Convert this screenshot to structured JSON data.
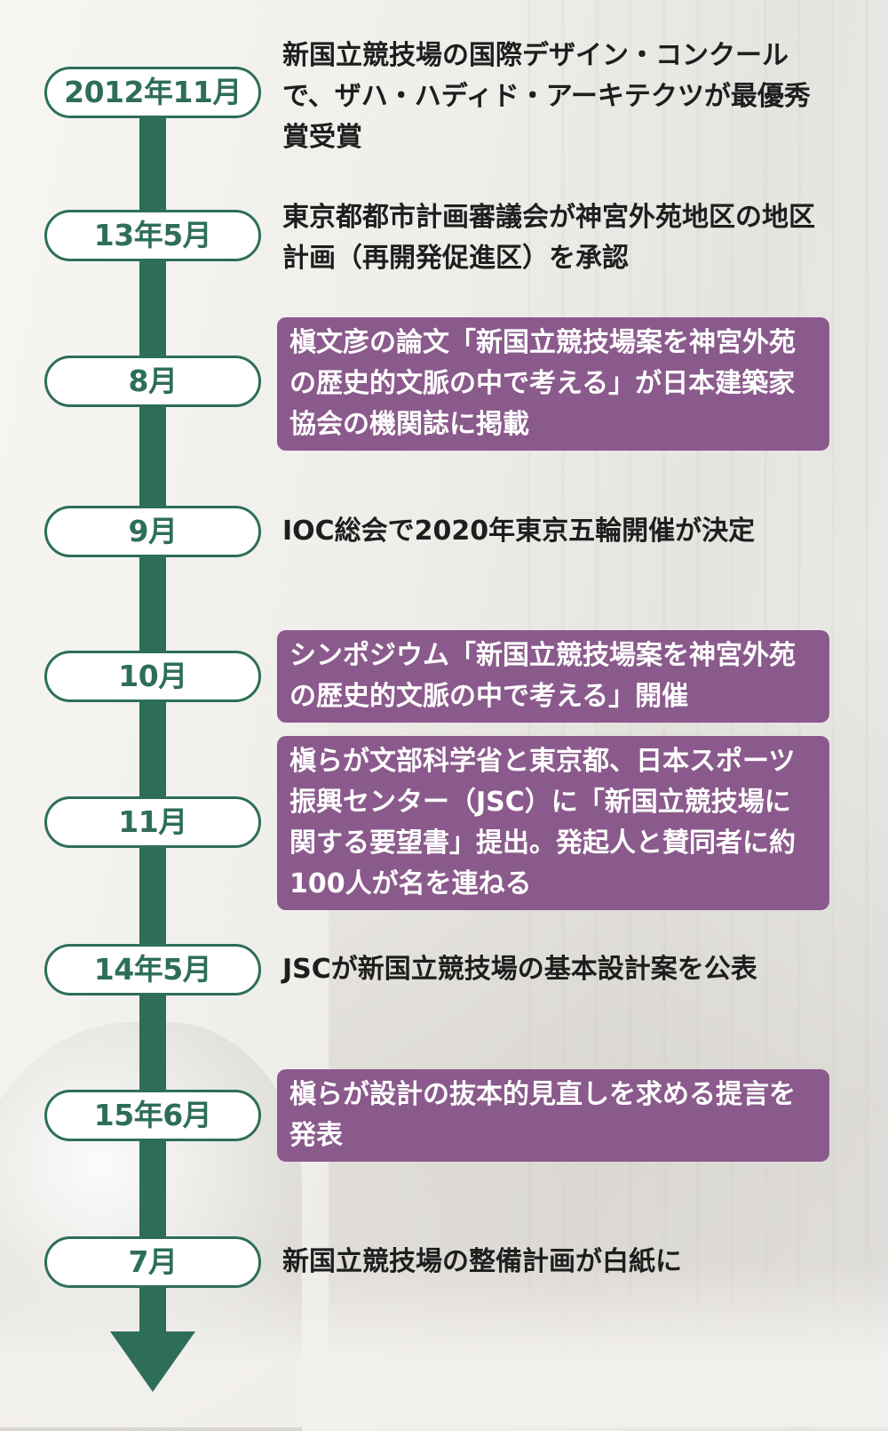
{
  "timeline": {
    "entries": [
      {
        "date": "2012年11月",
        "text": "新国立競技場の国際デザイン・コンクールで、ザハ・ハディド・アーキテクツが最優秀賞受賞",
        "highlight": false
      },
      {
        "date": "13年5月",
        "text": "東京都都市計画審議会が神宮外苑地区の地区計画（再開発促進区）を承認",
        "highlight": false
      },
      {
        "date": "8月",
        "text": "槇文彦の論文「新国立競技場案を神宮外苑の歴史的文脈の中で考える」が日本建築家協会の機関誌に掲載",
        "highlight": true
      },
      {
        "date": "9月",
        "text": "IOC総会で2020年東京五輪開催が決定",
        "highlight": false
      },
      {
        "date": "10月",
        "text": "シンポジウム「新国立競技場案を神宮外苑の歴史的文脈の中で考える」開催",
        "highlight": true
      },
      {
        "date": "11月",
        "text": "槇らが文部科学省と東京都、日本スポーツ振興センター（JSC）に「新国立競技場に関する要望書」提出。発起人と賛同者に約100人が名を連ねる",
        "highlight": true
      },
      {
        "date": "14年5月",
        "text": "JSCが新国立競技場の基本設計案を公表",
        "highlight": false
      },
      {
        "date": "15年6月",
        "text": "槇らが設計の抜本的見直しを求める提言を発表",
        "highlight": true
      },
      {
        "date": "7月",
        "text": "新国立競技場の整備計画が白紙に",
        "highlight": false
      }
    ]
  },
  "colors": {
    "timeline": "#2e6e59",
    "highlight_box": "#8b5a8c",
    "pill_background": "#ffffff",
    "text": "#1e1e1e"
  }
}
